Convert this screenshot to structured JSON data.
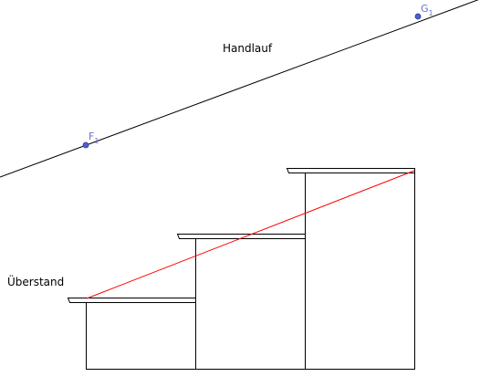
{
  "labels": {
    "handrail": "Handlauf",
    "overhang": "Überstand"
  },
  "points": [
    {
      "name": "F",
      "subscript": "1"
    },
    {
      "name": "G",
      "subscript": "1"
    }
  ],
  "colors": {
    "point_fill": "#4c5fd6",
    "point_label": "#6a72c8",
    "pitch_line": "#ff0000",
    "outline": "#000000"
  }
}
